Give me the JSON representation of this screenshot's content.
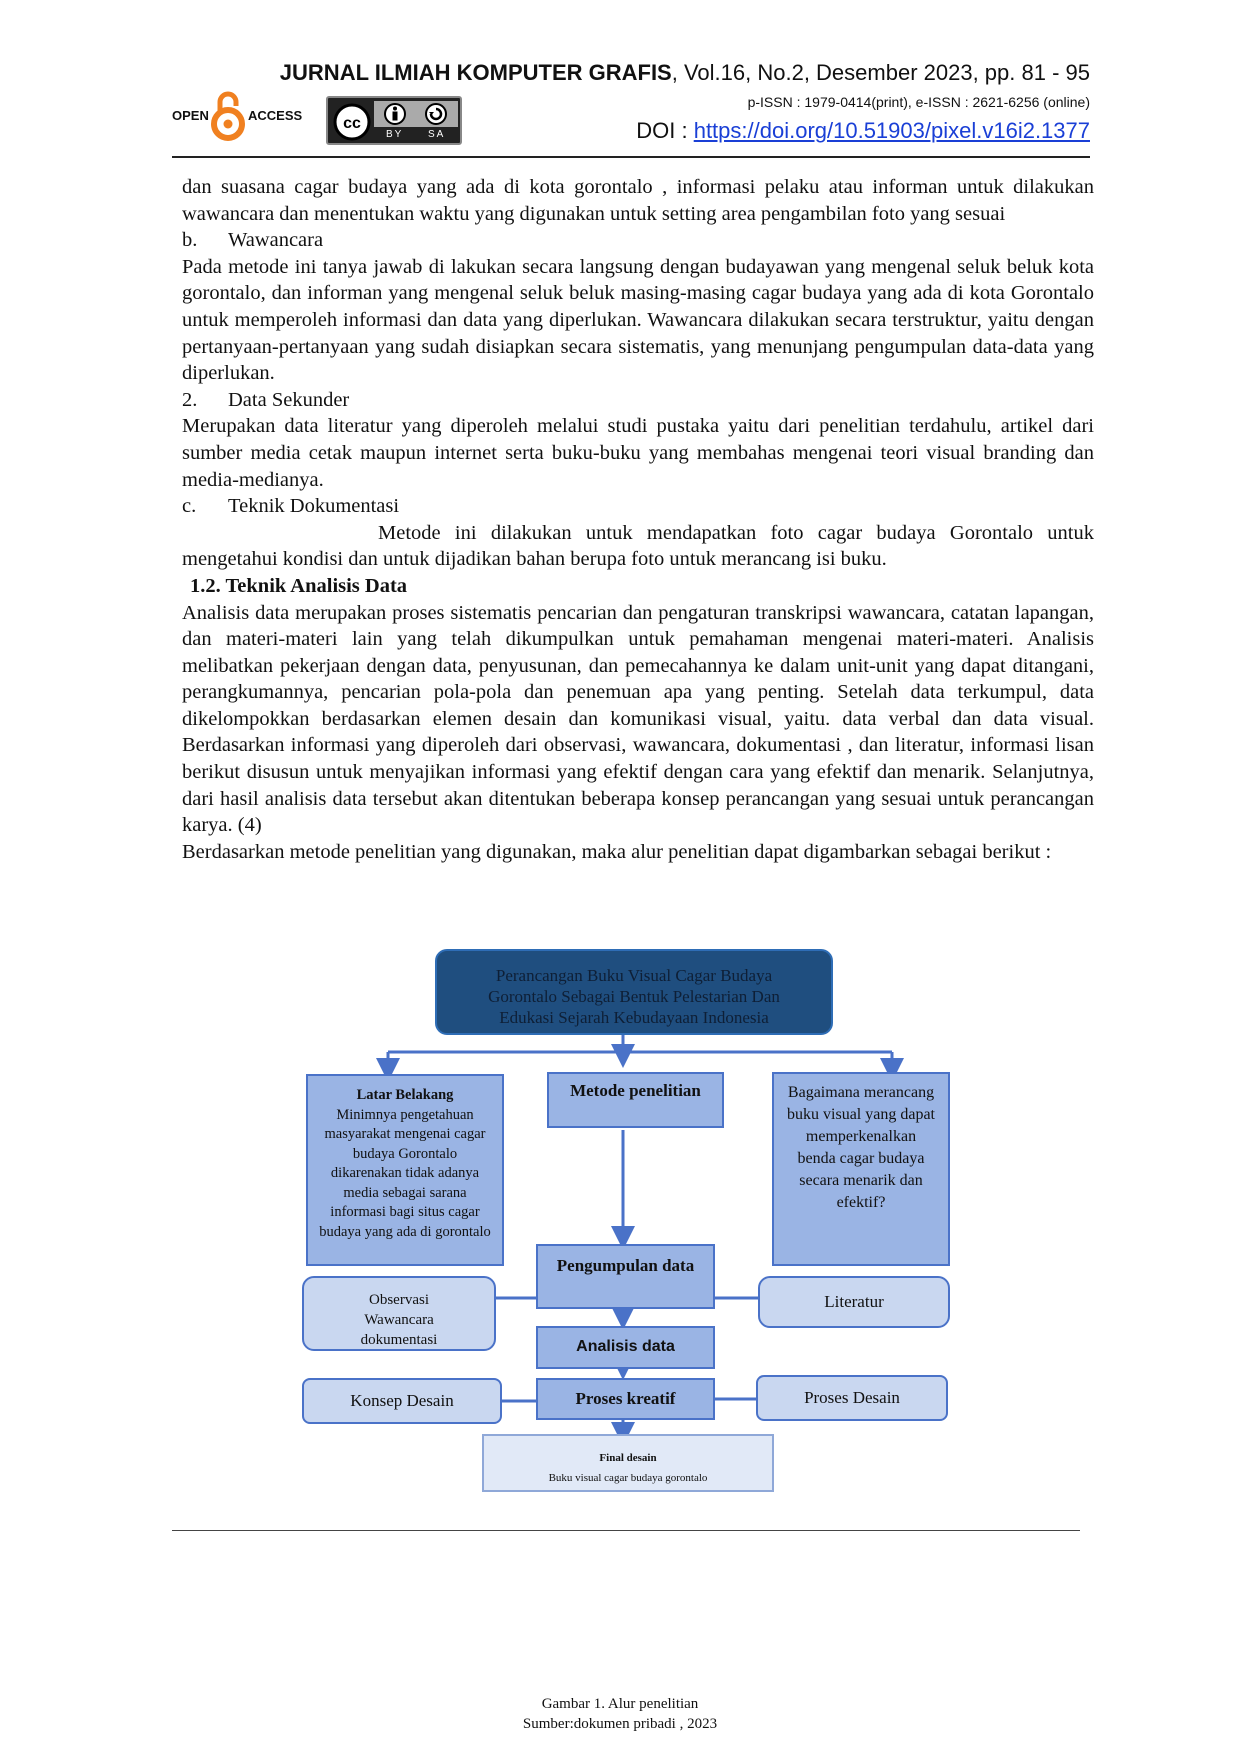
{
  "header": {
    "journal_name": "JURNAL ILMIAH KOMPUTER GRAFIS",
    "issue": ", Vol.16, No.2, Desember 2023, pp. 81 - 95",
    "issn": "p-ISSN : 1979-0414(print), e-ISSN :  2621-6256 (online)",
    "doi_label": "DOI : ",
    "doi_link": "https://doi.org/10.51903/pixel.v16i2.1377",
    "open_access_left": "OPEN",
    "open_access_right": "ACCESS",
    "cc_label_by": "BY",
    "cc_label_sa": "SA"
  },
  "body": {
    "p1": "dan suasana cagar budaya yang ada di kota gorontalo , informasi pelaku atau informan untuk dilakukan wawancara dan menentukan waktu yang digunakan untuk setting area pengambilan foto yang sesuai",
    "item_b_num": "b.",
    "item_b_label": "Wawancara",
    "p2": "Pada metode ini tanya jawab di lakukan secara langsung dengan budayawan yang mengenal seluk beluk kota gorontalo, dan informan yang mengenal seluk beluk masing-masing cagar budaya yang ada di kota Gorontalo untuk memperoleh informasi dan data yang diperlukan. Wawancara dilakukan secara terstruktur, yaitu dengan pertanyaan-pertanyaan yang sudah disiapkan secara sistematis, yang menunjang pengumpulan data-data yang diperlukan.",
    "item_2_num": "2.",
    "item_2_label": "Data Sekunder",
    "p3": "Merupakan data literatur yang diperoleh melalui studi pustaka yaitu dari penelitian terdahulu, artikel dari sumber media cetak maupun internet serta buku-buku yang membahas mengenai teori visual branding dan media-medianya.",
    "item_c_num": "c.",
    "item_c_label": "Teknik Dokumentasi",
    "p4": "Metode ini dilakukan untuk mendapatkan foto cagar budaya Gorontalo untuk mengetahui kondisi dan untuk dijadikan bahan berupa foto untuk merancang isi buku.",
    "section_heading": "1.2.  Teknik Analisis Data",
    "p5": "Analisis data merupakan proses sistematis pencarian dan pengaturan transkripsi wawancara, catatan lapangan, dan materi-materi lain yang telah dikumpulkan untuk pemahaman mengenai materi-materi. Analisis melibatkan pekerjaan dengan data, penyusunan, dan pemecahannya ke dalam unit-unit yang dapat ditangani, perangkumannya, pencarian pola-pola dan penemuan apa yang penting. Setelah data terkumpul, data  dikelompokkan berdasarkan elemen desain dan komunikasi visual, yaitu. data verbal dan data visual. Berdasarkan informasi yang diperoleh dari observasi, wawancara, dokumentasi ,  dan literatur, informasi lisan berikut disusun untuk menyajikan informasi yang efektif dengan cara yang efektif dan menarik. Selanjutnya, dari hasil analisis data tersebut akan ditentukan beberapa konsep perancangan yang sesuai untuk perancangan karya. (4)",
    "p6": "Berdasarkan metode penelitian yang digunakan, maka alur penelitian dapat digambarkan sebagai berikut :"
  },
  "diagram": {
    "top_box": "Perancangan Buku Visual Cagar Budaya Gorontalo Sebagai Bentuk Pelestarian Dan Edukasi Sejarah Kebudayaan Indonesia",
    "latar_title": "Latar Belakang",
    "latar_body": "Minimnya pengetahuan masyarakat mengenai cagar budaya Gorontalo dikarenakan tidak adanya   media sebagai sarana informasi  bagi situs cagar budaya  yang ada di  gorontalo",
    "metode": "Metode penelitian",
    "rumusan": "Bagaimana merancang buku visual yang dapat memperkenalkan benda cagar budaya secara menarik dan efektif?",
    "pengumpulan": "Pengumpulan data",
    "observasi": "Observasi Wawancara dokumentasi",
    "literatur": "Literatur",
    "analisis": "Analisis data",
    "konsep": "Konsep Desain",
    "proses_kreatif": "Proses kreatif",
    "proses_desain": "Proses Desain",
    "final_title": "Final desain",
    "final_body": "Buku visual cagar budaya gorontalo"
  },
  "caption": {
    "line1": "Gambar 1. Alur penelitian",
    "line2": "Sumber:dokumen pribadi , 2023"
  },
  "colors": {
    "top_box": "#1f4e7f",
    "box_mid": "#9ab4e4",
    "box_pale": "#c9d7f0",
    "arrow": "#4a72c8",
    "link": "#1a3fd6"
  }
}
